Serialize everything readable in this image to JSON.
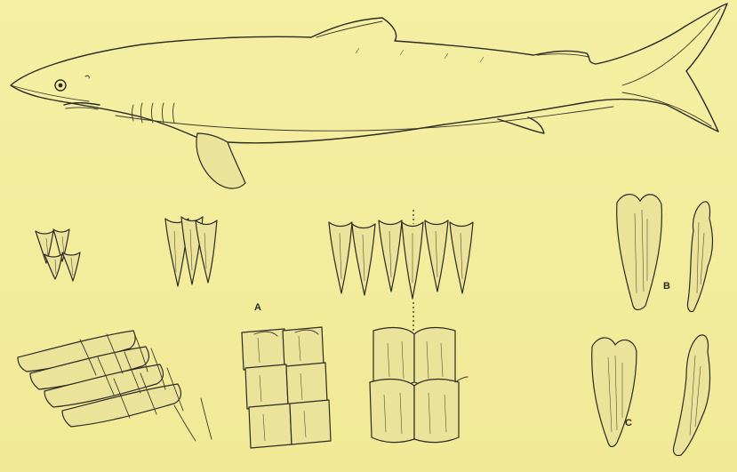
{
  "figure": {
    "labels": {
      "a": "A",
      "b": "B",
      "c": "C"
    },
    "colors": {
      "paper": "#f3ec9c",
      "ink": "#2b2a22"
    }
  }
}
